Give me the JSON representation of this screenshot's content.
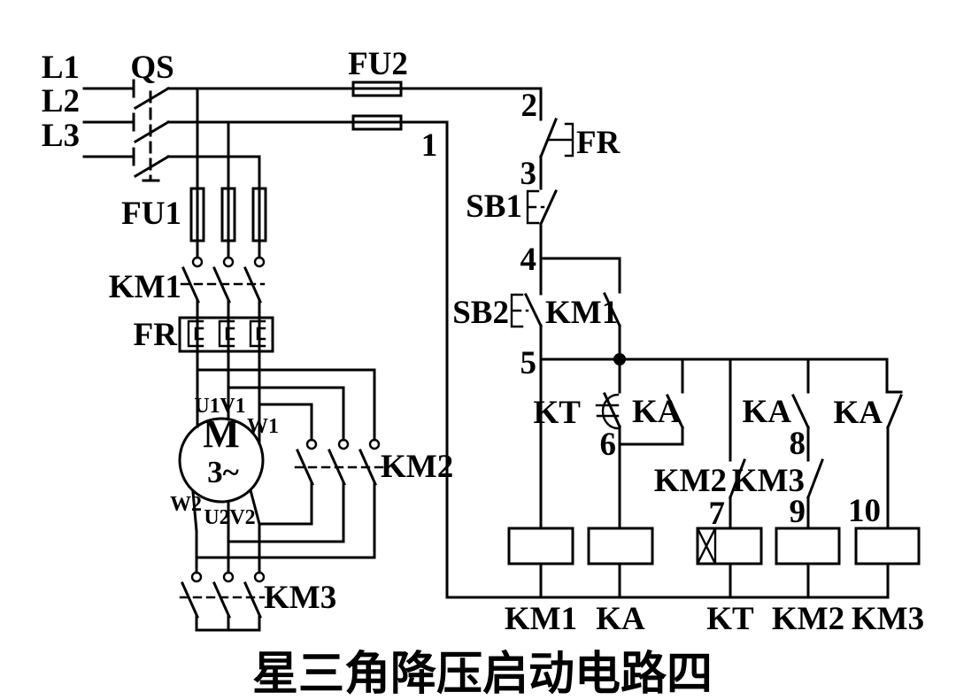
{
  "title": "星三角降压启动电路四",
  "colors": {
    "line": "#000000",
    "background": "#ffffff"
  },
  "power_circuit": {
    "phase_labels": {
      "l1": "L1",
      "l2": "L2",
      "l3": "L3"
    },
    "switch": "QS",
    "main_fuse": "FU1",
    "control_fuse": "FU2",
    "main_contactor": "KM1",
    "thermal_relay": "FR",
    "delta_contactor": "KM2",
    "star_contactor": "KM3",
    "motor": {
      "letter": "M",
      "phases": "3~",
      "t_u1": "U1",
      "t_v1": "V1",
      "t_w1": "W1",
      "t_w2": "W2",
      "t_u2": "U2",
      "t_v2": "V2"
    }
  },
  "control_circuit": {
    "wire_numbers": {
      "n1": "1",
      "n2": "2",
      "n3": "3",
      "n4": "4",
      "n5": "5",
      "n6": "6",
      "n7": "7",
      "n8": "8",
      "n9": "9",
      "n10": "10"
    },
    "fr_contact": "FR",
    "stop_button": "SB1",
    "start_button": "SB2",
    "km1_aux": "KM1",
    "kt_contact": "KT",
    "ka_contact_1": "KA",
    "ka_contact_2": "KA",
    "ka_contact_3": "KA",
    "km2_interlock": "KM2",
    "km3_interlock": "KM3",
    "coils": {
      "km1": "KM1",
      "ka": "KA",
      "kt": "KT",
      "km2": "KM2",
      "km3": "KM3"
    }
  }
}
